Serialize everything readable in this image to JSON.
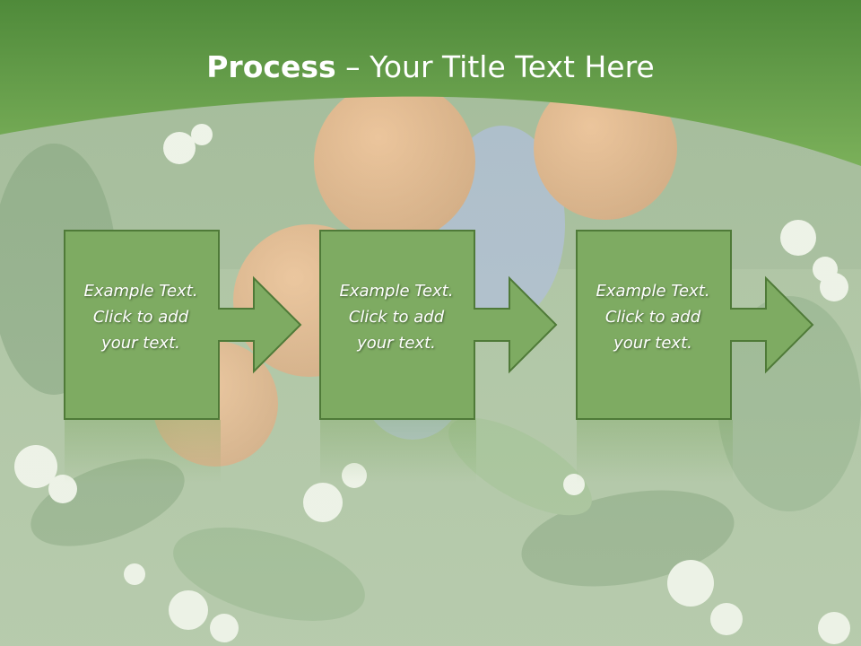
{
  "title": {
    "bold": "Process",
    "rest": " – Your Title Text Here"
  },
  "steps": [
    {
      "line1": "Example Text.",
      "line2": "Click  to add",
      "line3": "your text."
    },
    {
      "line1": "Example Text.",
      "line2": "Click  to add",
      "line3": "your text."
    },
    {
      "line1": "Example Text.",
      "line2": "Click  to add",
      "line3": "your text."
    }
  ],
  "colors": {
    "header_green": "#76a855",
    "box_fill": "#7eab62",
    "box_border": "#4f7a38",
    "text": "#ffffff"
  }
}
